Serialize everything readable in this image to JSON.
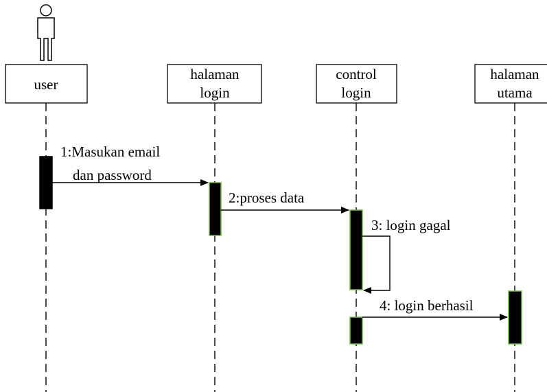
{
  "lifelines": [
    {
      "id": "user",
      "lines": [
        "user"
      ],
      "actor": true
    },
    {
      "id": "halaman-login",
      "lines": [
        "halaman",
        "login"
      ],
      "actor": false
    },
    {
      "id": "control-login",
      "lines": [
        "control",
        "login"
      ],
      "actor": false
    },
    {
      "id": "halaman-utama",
      "lines": [
        "halaman",
        "utama"
      ],
      "actor": false
    }
  ],
  "messages": [
    {
      "id": "msg1",
      "lines": [
        "1:Masukan email",
        "dan password"
      ],
      "from": "user",
      "to": "halaman-login",
      "self": false
    },
    {
      "id": "msg2",
      "lines": [
        "2:proses data"
      ],
      "from": "halaman-login",
      "to": "control-login",
      "self": false
    },
    {
      "id": "msg3",
      "lines": [
        "3: login gagal"
      ],
      "from": "control-login",
      "to": "control-login",
      "self": true
    },
    {
      "id": "msg4",
      "lines": [
        "4: login berhasil"
      ],
      "from": "control-login",
      "to": "halaman-utama",
      "self": false
    }
  ],
  "colors": {
    "line": "#000000",
    "activation_fill": "#000000",
    "activation_border": "#6dbf3c",
    "background": "#ffffff"
  }
}
